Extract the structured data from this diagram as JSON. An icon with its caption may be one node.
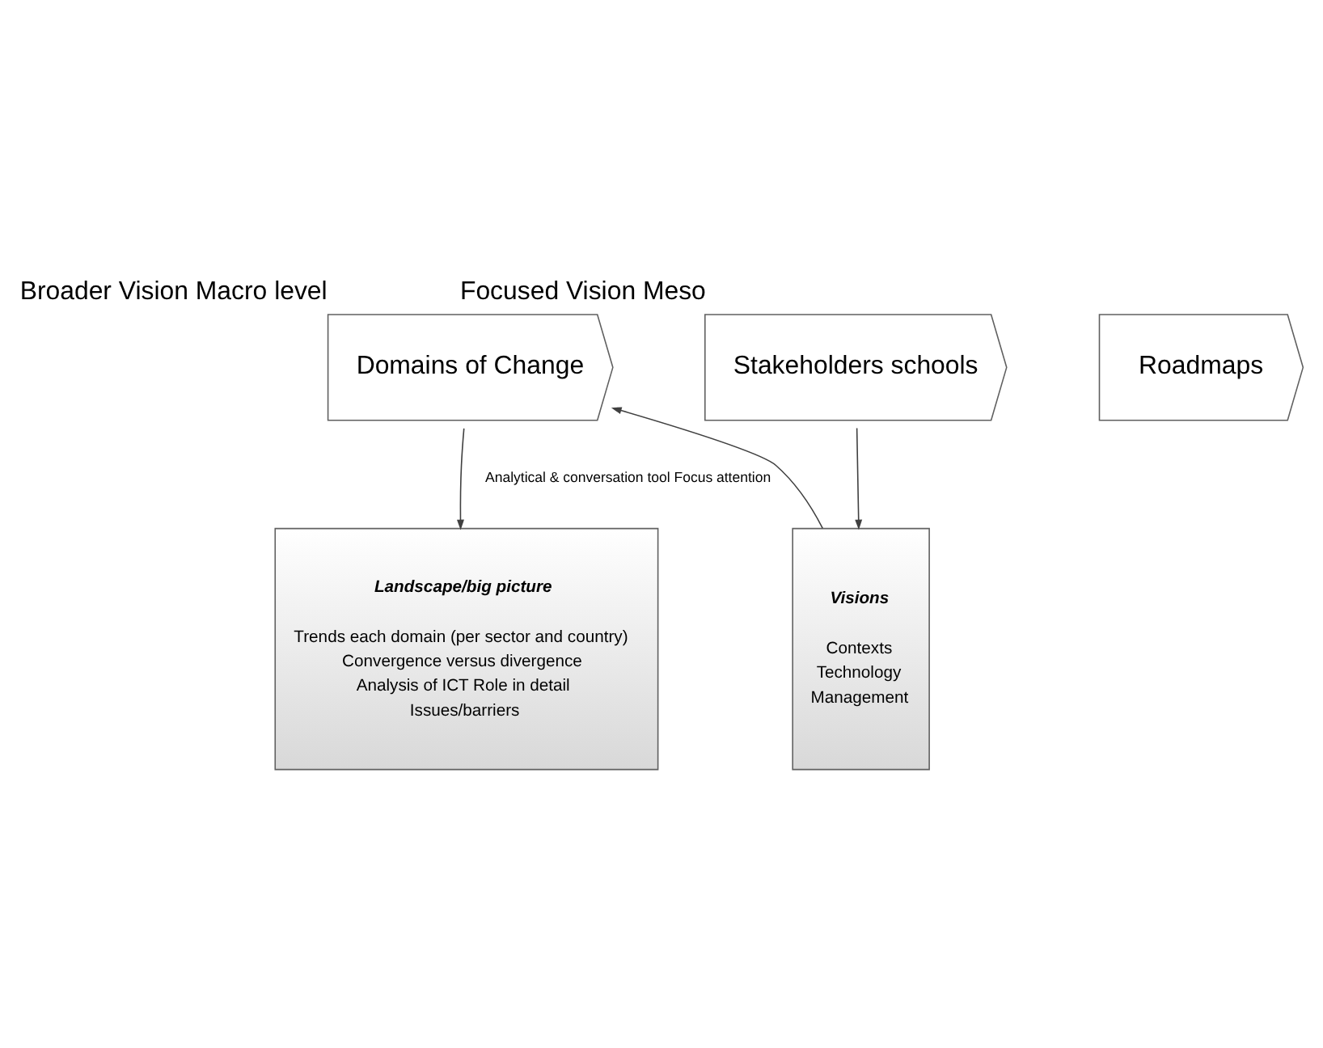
{
  "diagram": {
    "nodes": [
      {
        "text": [
          "Domains of Change"
        ],
        "beside": [
          "Broader Vision Macro level"
        ]
      },
      {
        "text": [
          "Stakeholders schools"
        ],
        "beside": [
          "Focused Vision Meso"
        ]
      },
      {
        "text": [
          "Roadmaps"
        ]
      },
      {
        "text": [
          "Landscape/big picture",
          "Trends each domain (per sector and country)",
          "Convergence versus divergence",
          "Analysis of ICT Role in detail",
          "Issues/barriers"
        ]
      },
      {
        "text": [
          "Visions",
          "Contexts",
          "Technology",
          "Management"
        ]
      }
    ],
    "edges": [
      {
        "from": 0,
        "to": 3,
        "arrow": "to",
        "label": "Analytical & conversation tool Focus attention"
      },
      {
        "from": 1,
        "to": 4,
        "arrow": "to"
      },
      {
        "from": 4,
        "to": 0,
        "arrow": "to"
      }
    ]
  }
}
